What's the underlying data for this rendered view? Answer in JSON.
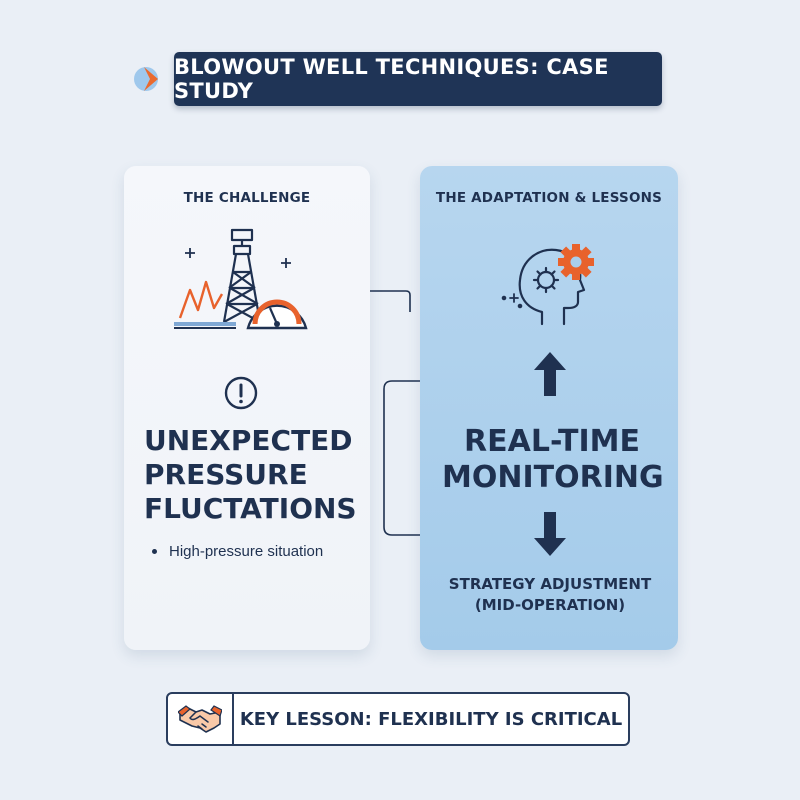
{
  "title": "BLOWOUT WELL TECHNIQUES: CASE STUDY",
  "challenge": {
    "heading": "THE CHALLENGE",
    "main": "UNEXPECTED PRESSURE FLUCTATIONS",
    "bullet": "High-pressure situation",
    "icons": [
      "oil-rig-icon",
      "pressure-gauge-icon",
      "alert-icon"
    ]
  },
  "adaptation": {
    "heading": "THE ADAPTATION & LESSONS",
    "main": "REAL-TIME MONITORING",
    "sub_line1": "STRATEGY ADJUSTMENT",
    "sub_line2": "(MID-OPERATION)",
    "icons": [
      "head-gears-icon",
      "arrow-up-icon",
      "arrow-down-icon"
    ]
  },
  "lesson": {
    "text": "KEY LESSON: FLEXIBILITY IS CRITICAL",
    "icon": "handshake-icon"
  },
  "colors": {
    "navy": "#1f3456",
    "accent_orange": "#e8622c",
    "right_panel": "#a9cdeb",
    "background": "#eaeff6"
  }
}
